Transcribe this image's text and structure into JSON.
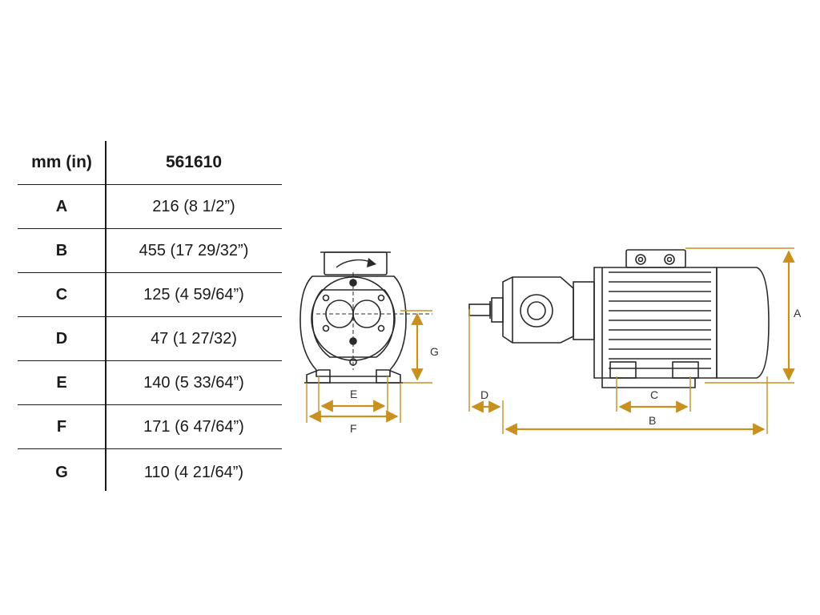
{
  "table": {
    "header": {
      "key": "mm (in)",
      "value": "561610"
    },
    "rows": [
      {
        "key": "A",
        "value": "216 (8 1/2”)"
      },
      {
        "key": "B",
        "value": "455 (17 29/32”)"
      },
      {
        "key": "C",
        "value": "125 (4 59/64”)"
      },
      {
        "key": "D",
        "value": "47 (1 27/32)"
      },
      {
        "key": "E",
        "value": "140 (5 33/64”)"
      },
      {
        "key": "F",
        "value": "171 (6 47/64”)"
      },
      {
        "key": "G",
        "value": "110 (4 21/64”)"
      }
    ]
  },
  "dimension_labels": {
    "A": "A",
    "B": "B",
    "C": "C",
    "D": "D",
    "E": "E",
    "F": "F",
    "G": "G"
  },
  "colors": {
    "dimension": "#c8901e",
    "line": "#2a2a2a"
  }
}
